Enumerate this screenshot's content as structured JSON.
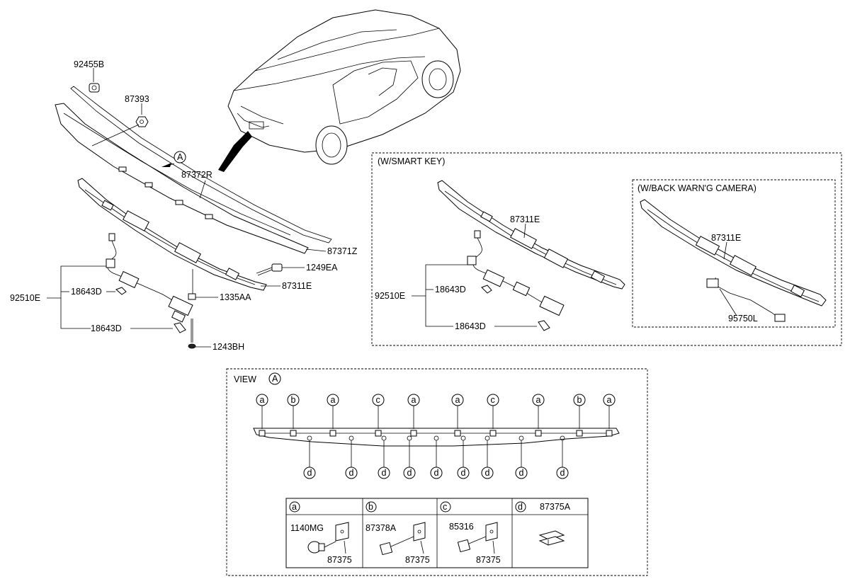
{
  "main_labels": {
    "p92455B": "92455B",
    "p87393": "87393",
    "view_ref": "A",
    "p87372R": "87372R",
    "p87371Z": "87371Z",
    "p1249EA": "1249EA",
    "p87311E": "87311E",
    "p1335AA": "1335AA",
    "p92510E": "92510E",
    "p18643D_a": "18643D",
    "p18643D_b": "18643D",
    "p1243BH": "1243BH"
  },
  "smart_key": {
    "title": "(W/SMART KEY)",
    "p87311E": "87311E",
    "p92510E": "92510E",
    "p18643D_a": "18643D",
    "p18643D_b": "18643D"
  },
  "camera": {
    "title": "(W/BACK WARN'G CAMERA)",
    "p87311E": "87311E",
    "p95750L": "95750L"
  },
  "view_a": {
    "title": "VIEW",
    "ref": "A",
    "top_markers": [
      "a",
      "b",
      "a",
      "c",
      "a",
      "a",
      "c",
      "a",
      "b",
      "a"
    ],
    "bottom_markers": [
      "d",
      "d",
      "d",
      "d",
      "d",
      "d",
      "d",
      "d",
      "d"
    ]
  },
  "legend": {
    "cells": [
      {
        "key": "a",
        "parts": [
          "1140MG",
          "87375"
        ]
      },
      {
        "key": "b",
        "parts": [
          "87378A",
          "87375"
        ]
      },
      {
        "key": "c",
        "parts": [
          "85316",
          "87375"
        ]
      },
      {
        "key": "d",
        "parts": [
          "87375A"
        ]
      }
    ]
  }
}
